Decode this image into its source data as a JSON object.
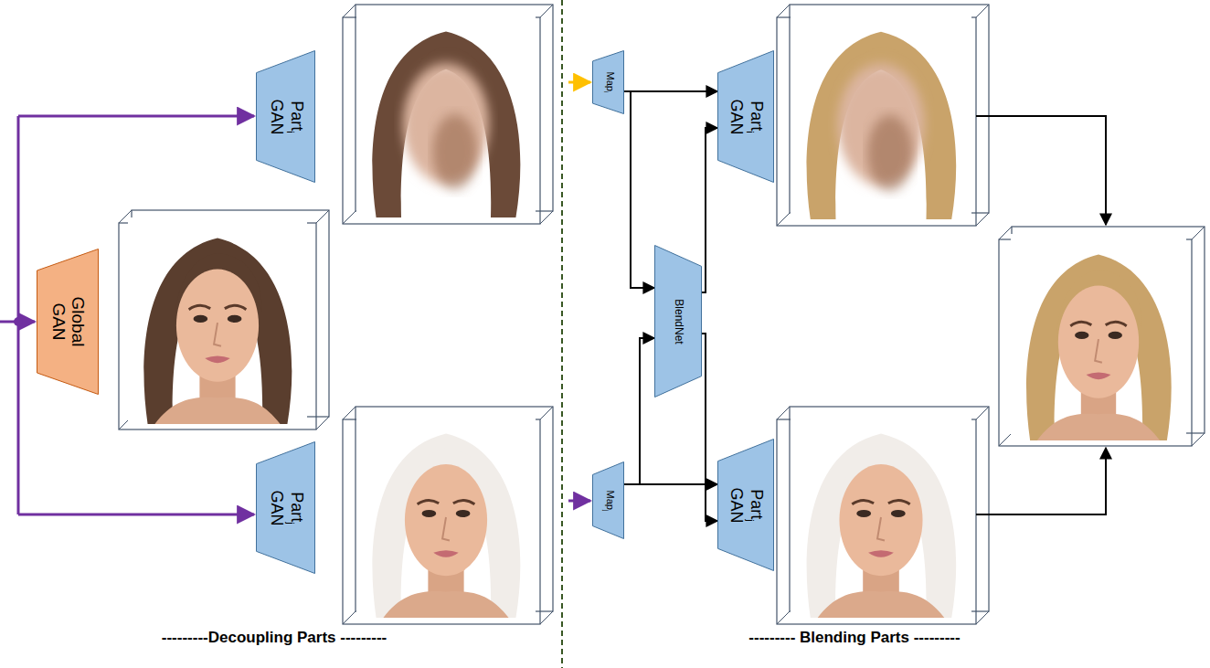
{
  "diagram": {
    "nodes": [
      {
        "text": [
          "Part",
          "i",
          "GAN"
        ]
      },
      {
        "text": [
          "Global",
          "GAN"
        ]
      },
      {
        "text": [
          "Part",
          "j",
          "GAN"
        ]
      },
      {
        "text": [
          "Map",
          "i"
        ]
      },
      {
        "text": [
          "BlendNet"
        ]
      },
      {
        "text": [
          "Map",
          "j"
        ]
      },
      {
        "text": [
          "Part",
          "i",
          "GAN"
        ]
      },
      {
        "text": [
          "Part",
          "j",
          "GAN"
        ]
      }
    ],
    "edges": [
      {
        "from": 3,
        "to": 6,
        "arrow": "to"
      },
      {
        "from": 3,
        "to": 4,
        "arrow": "to"
      },
      {
        "from": 5,
        "to": 4,
        "arrow": "to"
      },
      {
        "from": 5,
        "to": 7,
        "arrow": "to"
      },
      {
        "from": 4,
        "to": 6,
        "arrow": "to"
      },
      {
        "from": 4,
        "to": 7,
        "arrow": "to"
      }
    ],
    "labels": [
      "---------Decoupling Parts ---------",
      "--------- Blending Parts ---------"
    ]
  }
}
